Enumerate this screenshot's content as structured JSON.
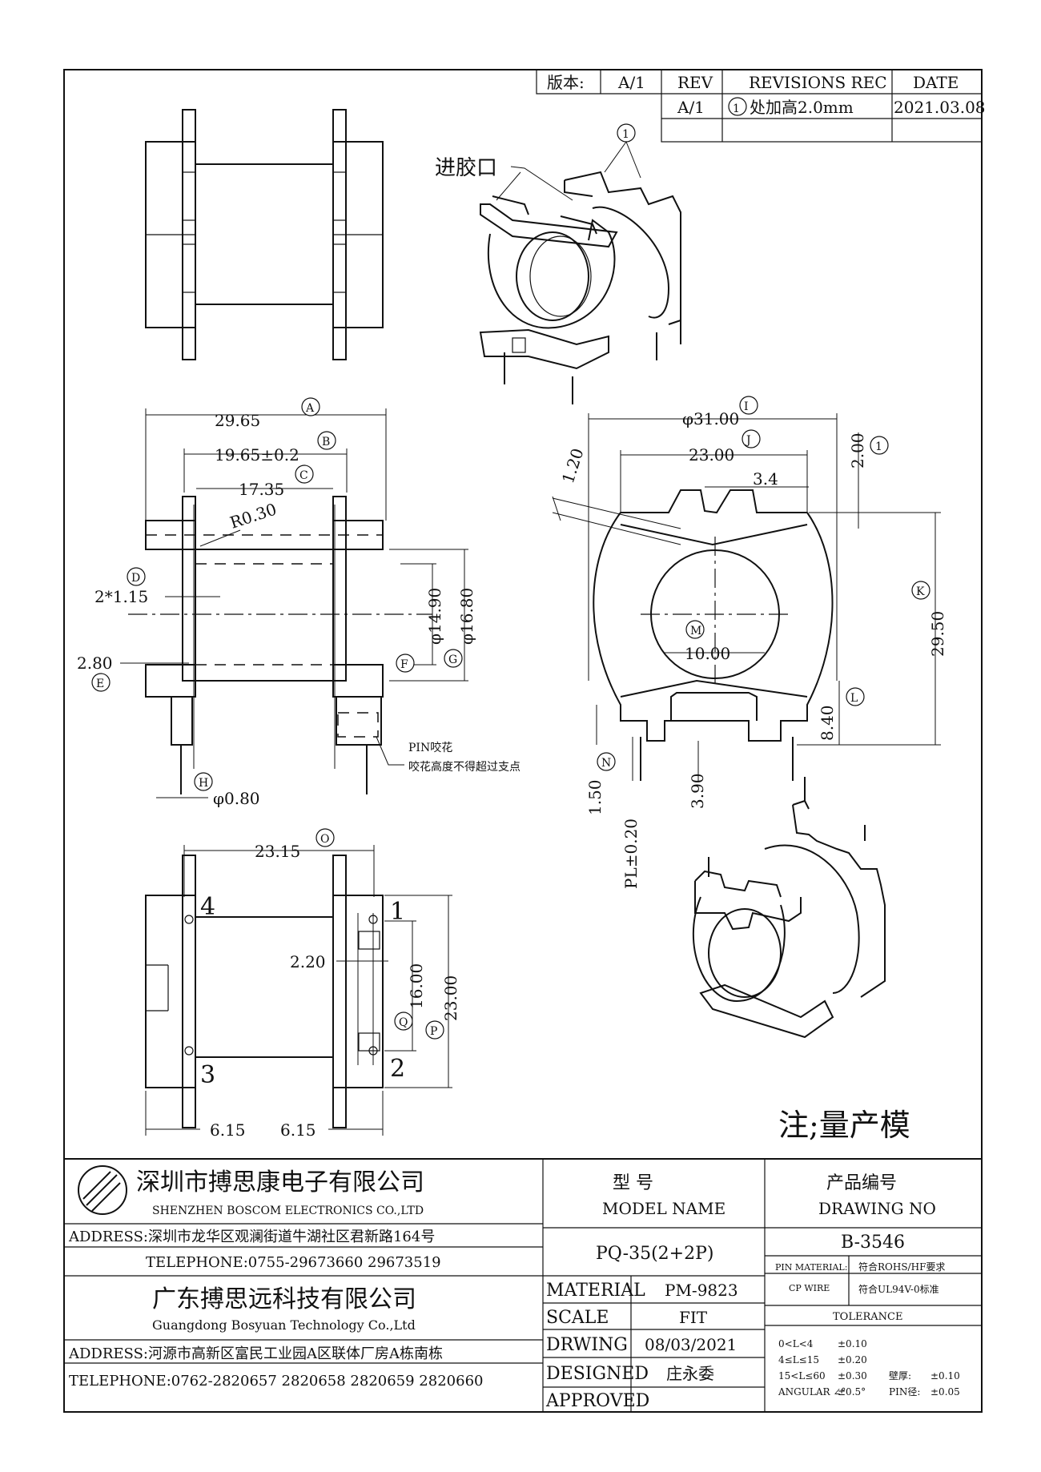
{
  "revision_table": {
    "version_label": "版本:",
    "version_value": "A/1",
    "rev_header": "REV",
    "revisions_header": "REVISIONS REC",
    "date_header": "DATE",
    "rows": [
      {
        "rev": "A/1",
        "mark": "1",
        "desc": "处加高2.0mm",
        "date": "2021.03.08"
      }
    ]
  },
  "callouts": {
    "gate": "进胶口",
    "rev_mark": "1",
    "pin_note_1": "PIN咬花",
    "pin_note_2": "咬花高度不得超过支点",
    "production_note": "注;量产模"
  },
  "side_view": {
    "A": {
      "value": "29.65",
      "tag": "A"
    },
    "B": {
      "value": "19.65±0.2",
      "tag": "B"
    },
    "C": {
      "value": "17.35",
      "tag": "C"
    },
    "radius": "R0.30",
    "D": {
      "value": "2*1.15",
      "tag": "D"
    },
    "E": {
      "value": "2.80",
      "tag": "E"
    },
    "F": {
      "value": "φ14.90",
      "tag": "F"
    },
    "G": {
      "value": "φ16.80",
      "tag": "G"
    },
    "H": {
      "value": "φ0.80",
      "tag": "H"
    }
  },
  "front_view": {
    "I": {
      "value": "φ31.00",
      "tag": "I"
    },
    "J": {
      "value": "23.00",
      "tag": "J"
    },
    "slot": "3.4",
    "rev_height": "2.00",
    "angle": "1.20",
    "K": {
      "value": "29.50",
      "tag": "K"
    },
    "M": {
      "value": "10.00",
      "tag": "M"
    },
    "L": {
      "value": "8.40",
      "tag": "L"
    },
    "N": {
      "value": "1.50",
      "tag": "N"
    },
    "pin_len": "PL±0.20",
    "pin_offset": "3.90"
  },
  "bottom_view": {
    "O": {
      "value": "23.15",
      "tag": "O"
    },
    "pitch": "2.20",
    "Q": {
      "value": "16.00",
      "tag": "Q"
    },
    "P": {
      "value": "23.00",
      "tag": "P"
    },
    "left_w": "6.15",
    "right_w": "6.15",
    "pins": [
      "1",
      "2",
      "3",
      "4"
    ]
  },
  "title_block": {
    "company1_cn": "深圳市搏思康电子有限公司",
    "company1_en": "SHENZHEN BOSCOM ELECTRONICS CO.,LTD",
    "address1": "ADDRESS:深圳市龙华区观澜街道牛湖社区君新路164号",
    "telephone1": "TELEPHONE:0755-29673660 29673519",
    "company2_cn": "广东搏思远科技有限公司",
    "company2_en": "Guangdong Bosyuan Technology Co.,Ltd",
    "address2": "ADDRESS:河源市高新区富民工业园A区联体厂房A栋南栋",
    "telephone2": "TELEPHONE:0762-2820657 2820658 2820659 2820660",
    "model_label_cn": "型 号",
    "model_label_en": "MODEL NAME",
    "model_value": "PQ-35(2+2P)",
    "drawing_label_cn": "产品编号",
    "drawing_label_en": "DRAWING NO",
    "drawing_value": "B-3546",
    "material_label": "MATERIAL",
    "material_value": "PM-9823",
    "scale_label": "SCALE",
    "scale_value": "FIT",
    "drwing_label": "DRWING",
    "drwing_value": "08/03/2021",
    "designed_label": "DESIGNED",
    "designed_value": "庄永委",
    "approved_label": "APPROVED",
    "approved_value": "",
    "pin_material_label": "PIN MATERIAL:",
    "pin_material_value": "符合ROHS/HF要求",
    "cp_wire_label": "CP WIRE",
    "cp_wire_value": "符合UL94V-0标准",
    "tolerance_label": "TOLERANCE",
    "tolerances": [
      {
        "range": "0<L<4",
        "value": "±0.10"
      },
      {
        "range": "4≤L≤15",
        "value": "±0.20"
      },
      {
        "range": "15<L≤60",
        "value": "±0.30"
      },
      {
        "range": "ANGULAR ∠°",
        "value": "±0.5°"
      }
    ],
    "wall_label": "壁厚:",
    "wall_value": "±0.10",
    "pin_dia_label": "PIN径:",
    "pin_dia_value": "±0.05"
  }
}
